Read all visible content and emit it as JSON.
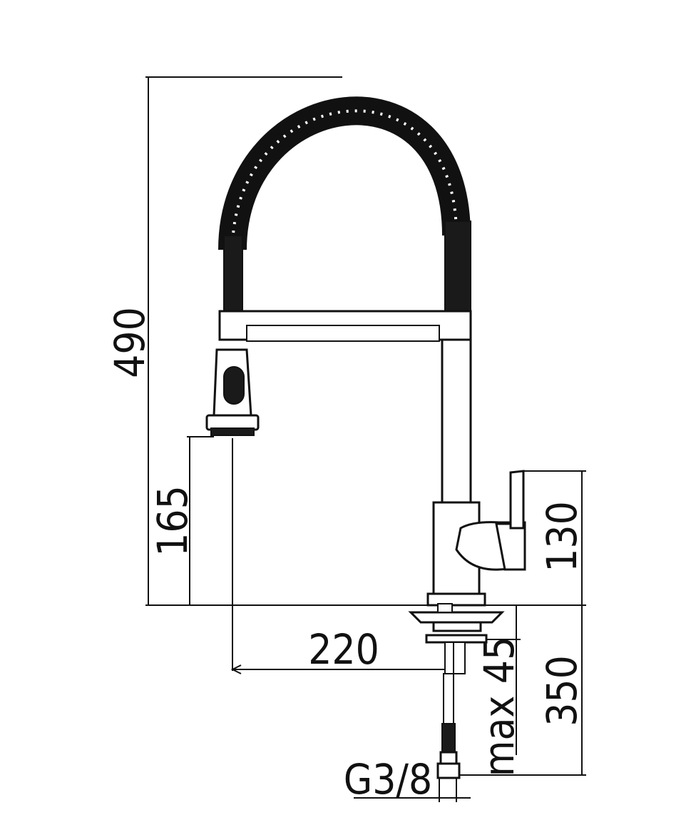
{
  "dimensions": {
    "total_height": "490",
    "spout_height": "165",
    "handle_height": "130",
    "reach": "220",
    "max_thickness": "max 45",
    "hose_length": "350",
    "connection": "G3/8"
  },
  "colors": {
    "line": "#111111",
    "background": "#ffffff"
  }
}
